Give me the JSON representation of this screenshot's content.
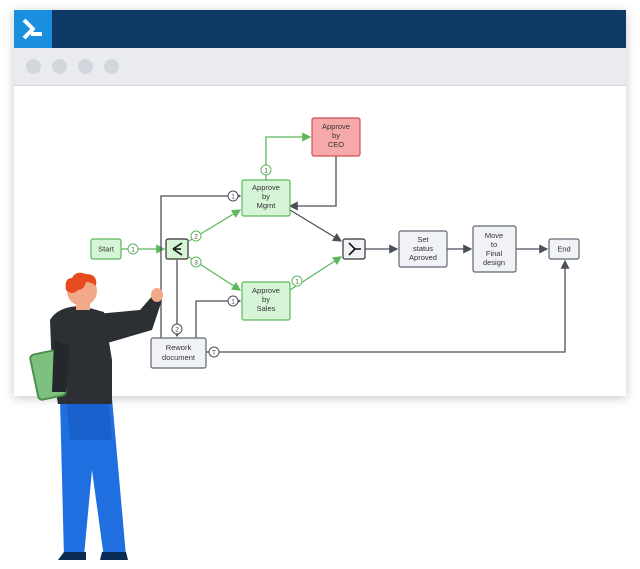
{
  "app": {
    "logo_icon": "bricsys-logo-icon",
    "brand_color": "#0e3a66",
    "accent_color": "#1a8fe0"
  },
  "toolbar": {
    "dots": [
      "dot-1",
      "dot-2",
      "dot-3",
      "dot-4"
    ]
  },
  "diagram": {
    "nodes": {
      "start": [
        "Start"
      ],
      "approve_mgmt": [
        "Approve",
        "by",
        "Mgmt"
      ],
      "approve_ceo": [
        "Approve",
        "by",
        "CEO"
      ],
      "approve_sales": [
        "Approve",
        "by",
        "Sales"
      ],
      "set_status": [
        "Set",
        "status",
        "Aproved"
      ],
      "move_final": [
        "Move",
        "to",
        "Final",
        "design"
      ],
      "end": [
        "End"
      ],
      "rework": [
        "Rework",
        "document"
      ]
    },
    "edge_labels": {
      "start_split": "1",
      "split_mgmt": "2",
      "split_sales": "3",
      "mgmt_ceo": "1",
      "to_mgmt": "1",
      "to_sales": "1",
      "sales_join": "1",
      "split_rework": "2",
      "rework_end": "T"
    },
    "colors": {
      "green_fill": "#d6f5d6",
      "green_stroke": "#5cb85c",
      "red_fill": "#f7a8a8",
      "red_stroke": "#d05050",
      "grey_fill": "#f0f2f5",
      "grey_stroke": "#5f6672"
    }
  }
}
